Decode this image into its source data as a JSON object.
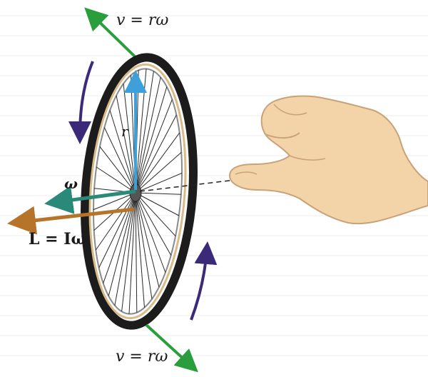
{
  "labels": {
    "tangential_velocity_top": "v = rω",
    "tangential_velocity_bottom": "v = rω",
    "radius": "r",
    "angular_velocity": "ω",
    "angular_momentum": "L = Iω"
  },
  "colors": {
    "velocity_arrow": "#2a9d3c",
    "radius_arrow": "#3ea0d8",
    "angular_velocity_arrow": "#2a8a7a",
    "angular_momentum_arrow": "#b5742a",
    "rotation_arrow": "#3b2a78",
    "tire": "#1c1c1c",
    "rim": "#d8bb86",
    "hand_skin": "#f2d4a8",
    "hand_outline": "#c9a277"
  },
  "icons": [
    "bicycle-wheel",
    "right-hand-pointing"
  ]
}
